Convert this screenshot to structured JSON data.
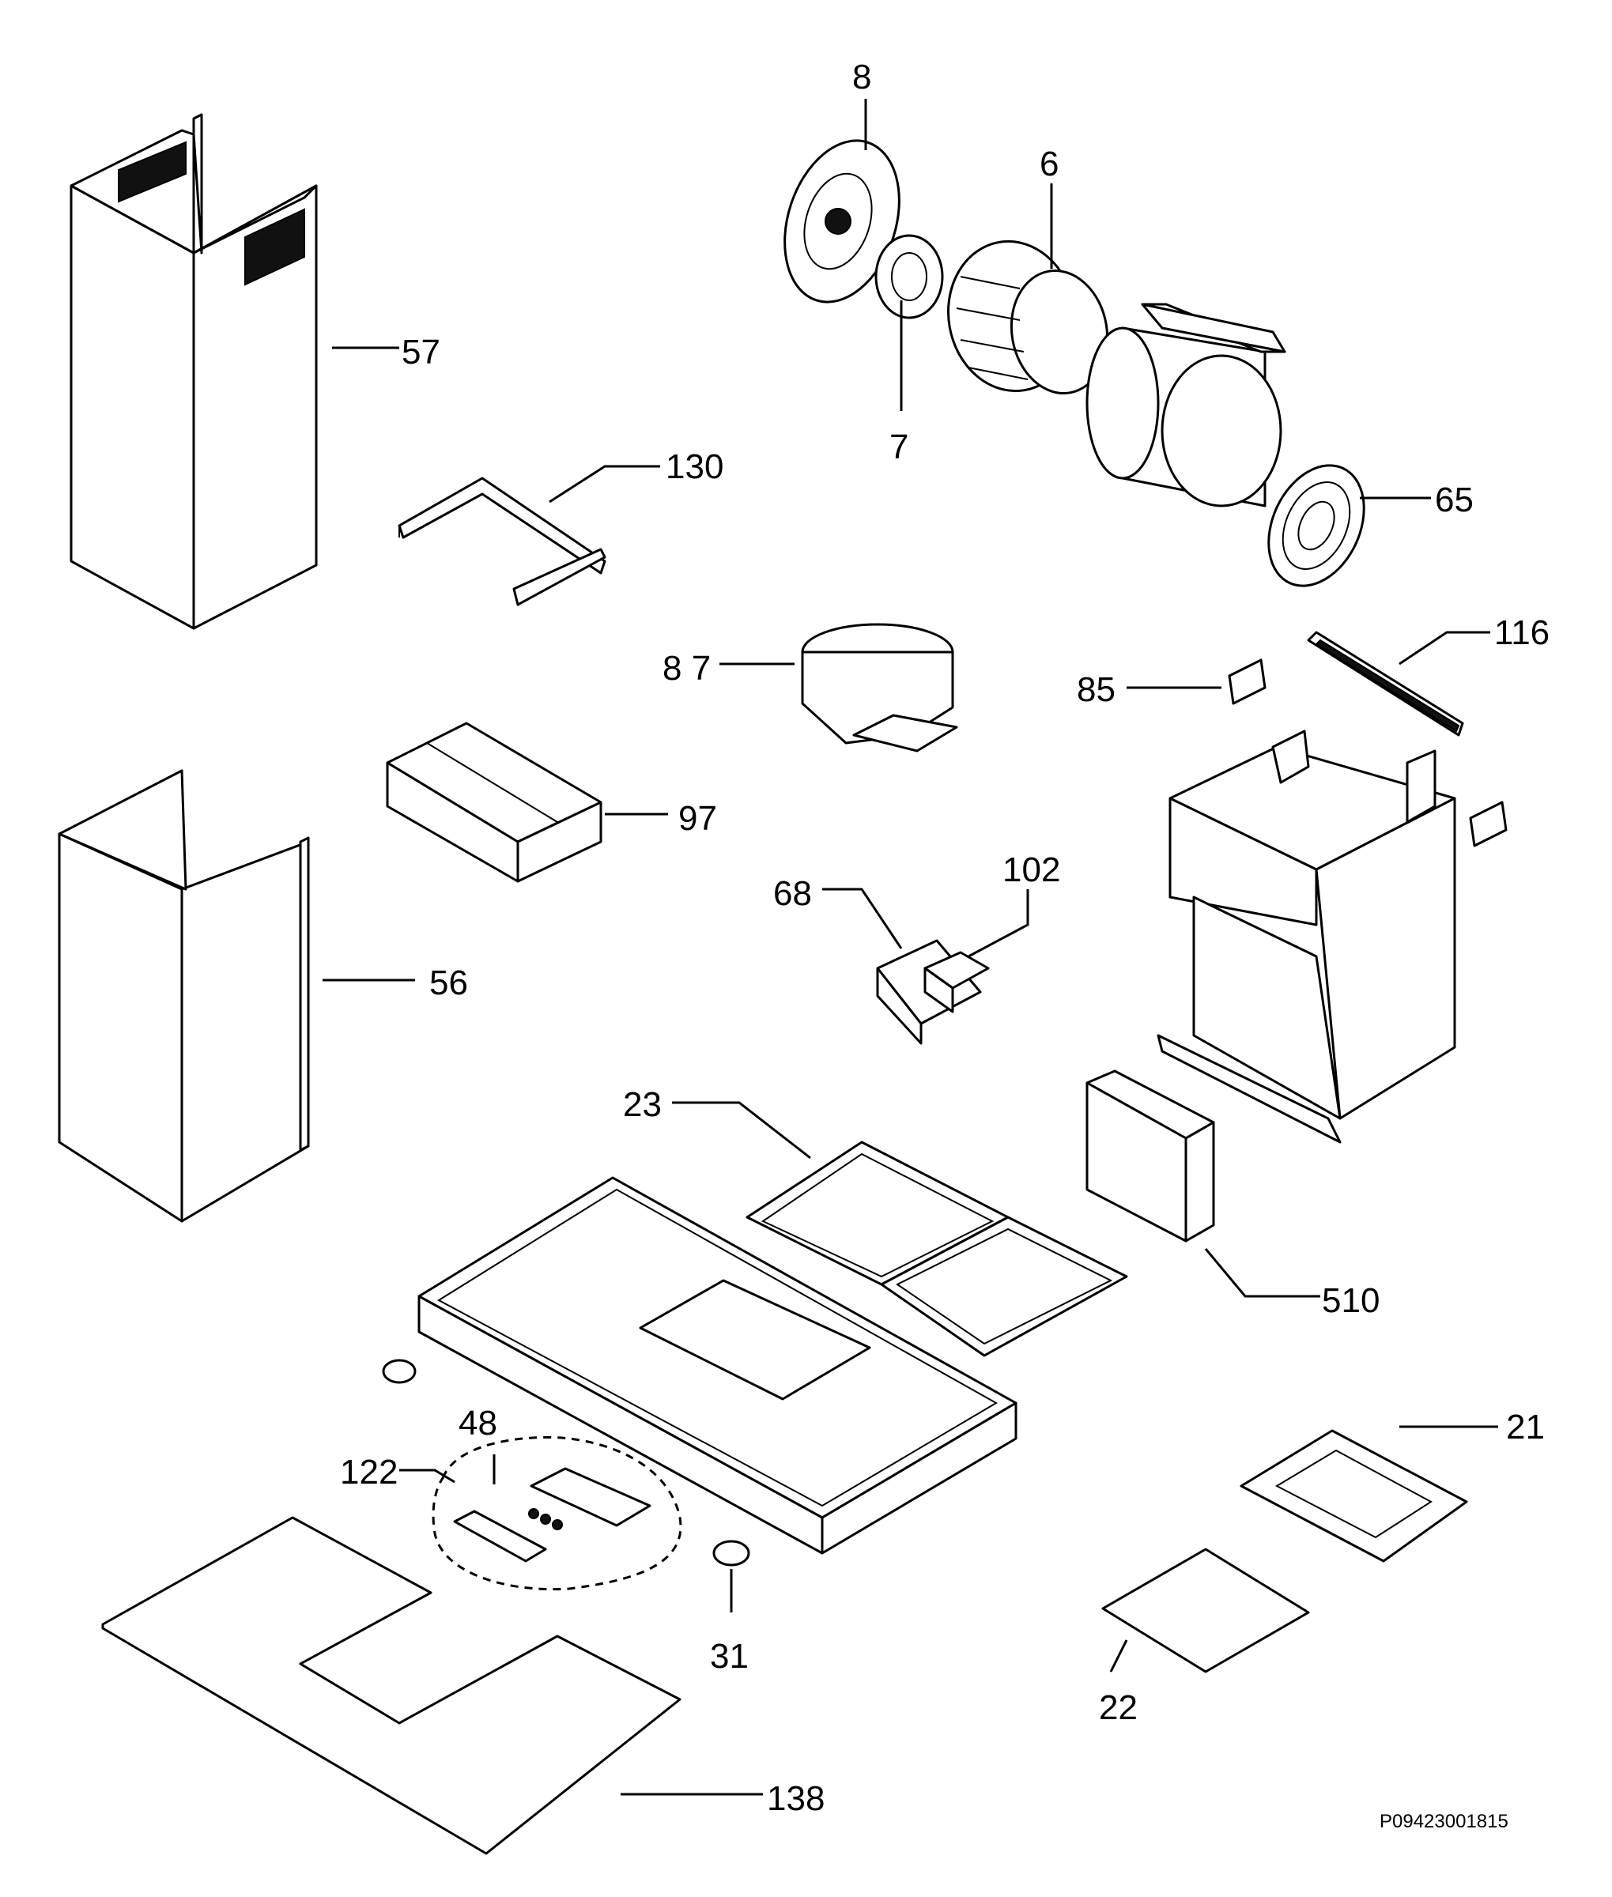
{
  "drawing_code": "P09423001815",
  "parts": {
    "p57": "57",
    "p130": "130",
    "p8": "8",
    "p6": "6",
    "p7": "7",
    "p65": "65",
    "p87": "8 7",
    "p116": "116",
    "p85": "85",
    "p97": "97",
    "p68": "68",
    "p102": "102",
    "p56": "56",
    "p23": "23",
    "p510": "510",
    "p21": "21",
    "p48": "48",
    "p122": "122",
    "p31": "31",
    "p22": "22",
    "p138": "138"
  }
}
